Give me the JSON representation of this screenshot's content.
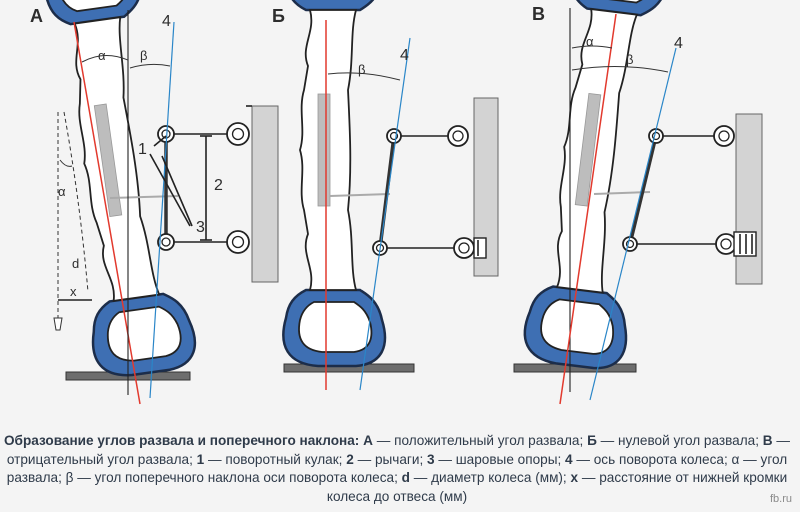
{
  "panels": [
    {
      "letter": "А",
      "alpha": "α",
      "beta": "β",
      "axis": "4",
      "knuckle": "1",
      "arms": "2",
      "joints": "3",
      "alpha_side": "α",
      "d": "d",
      "x": "x"
    },
    {
      "letter": "Б",
      "beta": "β",
      "axis": "4"
    },
    {
      "letter": "В",
      "alpha": "α",
      "beta": "β",
      "axis": "4"
    }
  ],
  "caption": {
    "title": "Образование углов развала и поперечного наклона:",
    "parts": [
      {
        "k": "А",
        "t": " — положительный угол развала;"
      },
      {
        "k": "Б",
        "t": " — нулевой угол развала;"
      },
      {
        "k": "В",
        "t": " — отрицательный угол развала;"
      },
      {
        "k": "1",
        "t": " — поворотный кулак;"
      },
      {
        "k": "2",
        "t": " — рычаги;"
      },
      {
        "k": "3",
        "t": " — шаровые опоры;"
      },
      {
        "k": "4",
        "t": " — ось поворота колеса;"
      },
      {
        "k": "",
        "t": "α — угол развала;"
      },
      {
        "k": "",
        "t": "β — угол поперечного наклона оси поворота колеса;"
      },
      {
        "k": "d",
        "t": " — диаметр колеса (мм);"
      },
      {
        "k": "x",
        "t": " — расстояние от нижней кромки колеса до отвеса (мм)"
      }
    ]
  },
  "watermark": "fb.ru",
  "colors": {
    "tire": "#3e6fb3",
    "camber_line": "#e23a2e",
    "kingpin_axis": "#2a86c8"
  }
}
